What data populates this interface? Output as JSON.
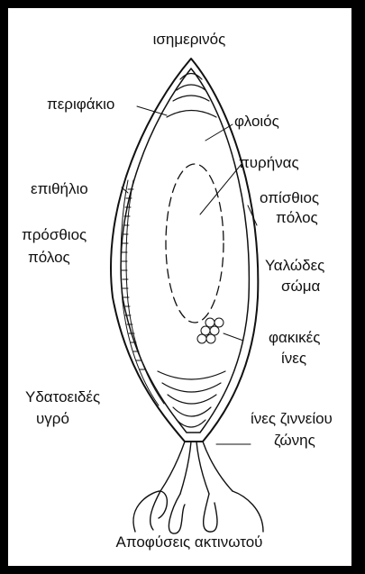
{
  "diagram": {
    "labels": {
      "equator": "ισημερινός",
      "capsule": "περιφάκιο",
      "cortex": "φλοιός",
      "nucleus": "πυρήνας",
      "epithelium": "επιθήλιο",
      "posterior_pole_1": "οπίσθιος",
      "posterior_pole_2": "πόλος",
      "anterior_pole_1": "πρόσθιος",
      "anterior_pole_2": "πόλος",
      "vitreous_1": "Υαλώδες",
      "vitreous_2": "σώμα",
      "lens_fibers_1": "φακικές",
      "lens_fibers_2": "ίνες",
      "aqueous_1": "Υδατοειδές",
      "aqueous_2": "υγρό",
      "zonule_1": "ίνες ζιννείου",
      "zonule_2": "ζώνης",
      "ciliary": "Αποφύσεις ακτινωτού"
    }
  }
}
